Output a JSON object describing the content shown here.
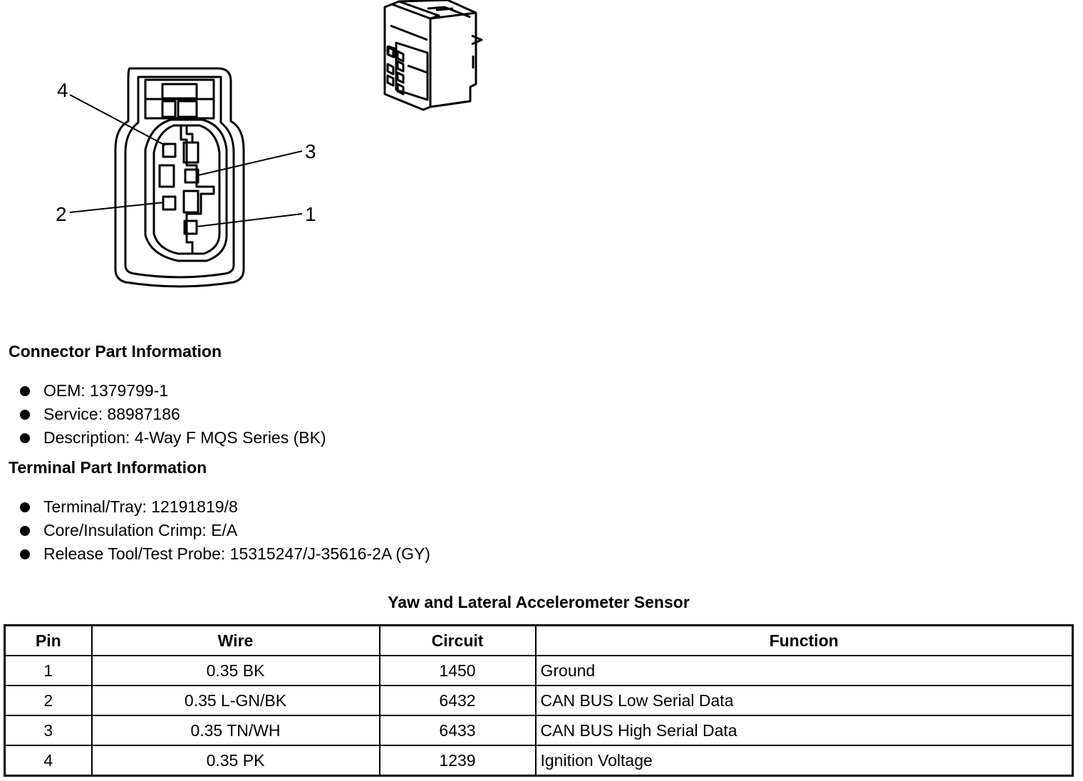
{
  "diagram": {
    "pin_labels": [
      "4",
      "3",
      "2",
      "1"
    ]
  },
  "connector_info": {
    "heading": "Connector Part Information",
    "items": [
      "OEM: 1379799-1",
      "Service: 88987186",
      "Description: 4-Way F MQS Series (BK)"
    ]
  },
  "terminal_info": {
    "heading": "Terminal Part Information",
    "items": [
      "Terminal/Tray: 12191819/8",
      "Core/Insulation Crimp: E/A",
      "Release Tool/Test Probe: 15315247/J-35616-2A (GY)"
    ]
  },
  "pin_table": {
    "title": "Yaw and Lateral Accelerometer Sensor",
    "headers": [
      "Pin",
      "Wire",
      "Circuit",
      "Function"
    ],
    "rows": [
      [
        "1",
        "0.35 BK",
        "1450",
        "Ground"
      ],
      [
        "2",
        "0.35 L-GN/BK",
        "6432",
        "CAN BUS Low Serial Data"
      ],
      [
        "3",
        "0.35 TN/WH",
        "6433",
        "CAN BUS High Serial Data"
      ],
      [
        "4",
        "0.35 PK",
        "1239",
        "Ignition Voltage"
      ]
    ]
  }
}
